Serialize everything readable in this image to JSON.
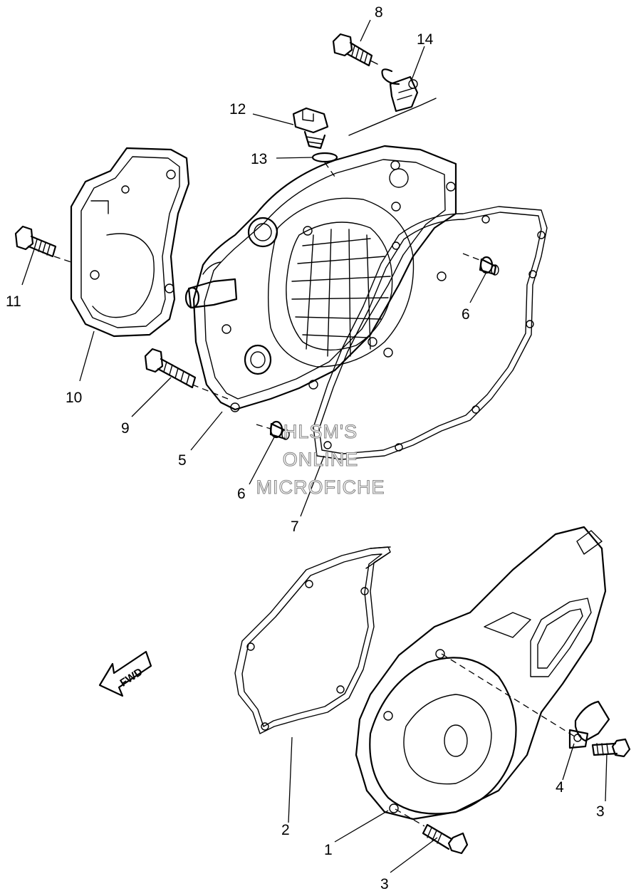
{
  "callouts": {
    "c1": "1",
    "c2": "2",
    "c3a": "3",
    "c3b": "3",
    "c4": "4",
    "c5": "5",
    "c6a": "6",
    "c6b": "6",
    "c7": "7",
    "c8": "8",
    "c9": "9",
    "c10": "10",
    "c11": "11",
    "c12": "12",
    "c13": "13",
    "c14": "14"
  },
  "direction_arrow": "FWD",
  "watermark": [
    "HLSM'S",
    "ONLINE",
    "MICROFICHE"
  ]
}
